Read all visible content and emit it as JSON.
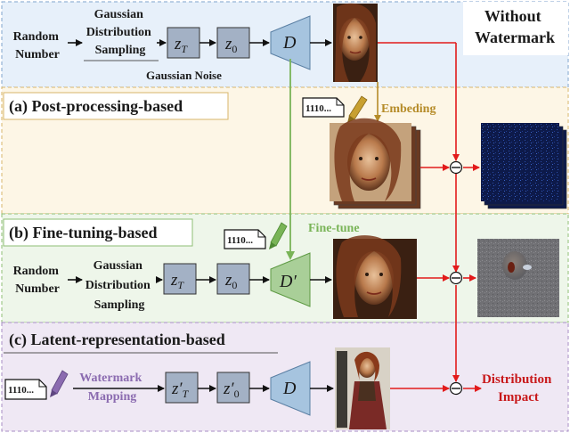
{
  "without_watermark": {
    "title_line1": "Without",
    "title_line2": "Watermark",
    "random_number": [
      "Random",
      "Number"
    ],
    "sampling": [
      "Gaussian",
      "Distribution",
      "Sampling"
    ],
    "z_t": "z",
    "z_t_sub": "T",
    "z_0": "z",
    "z_0_sub": "0",
    "decoder": "D",
    "gaussian_noise": "Gaussian Noise"
  },
  "post_processing": {
    "section_label": "(a) Post-processing-based",
    "bits": "1110...",
    "embedding": "Embeding"
  },
  "fine_tuning": {
    "section_label": "(b) Fine-tuning-based",
    "bits": "1110...",
    "fine_tune": "Fine-tune",
    "random_number": [
      "Random",
      "Number"
    ],
    "sampling": [
      "Gaussian",
      "Distribution",
      "Sampling"
    ],
    "z_t": "z",
    "z_t_sub": "T",
    "z_0": "z",
    "z_0_sub": "0",
    "decoder": "D′"
  },
  "latent": {
    "section_label": "(c) Latent-representation-based",
    "bits": "1110...",
    "mapping": [
      "Watermark",
      "Mapping"
    ],
    "z_t": "z′",
    "z_t_sub": "T",
    "z_0": "z′",
    "z_0_sub": "0",
    "decoder": "D"
  },
  "distribution_impact": [
    "Distribution",
    "Impact"
  ],
  "colors": {
    "blue_bg": "#e7f0fa",
    "yellow_bg": "#fdf6e6",
    "green_bg": "#eef6ea",
    "purple_bg": "#efe8f4",
    "box_fill": "#a3b1c5",
    "decoder_fill": "#a6c4df",
    "decoder_ft_fill": "#a9cf98",
    "red": "#e21b1b",
    "embed_gold": "#b58b28",
    "finetune_green": "#79b457",
    "purple": "#8b6bb0"
  }
}
